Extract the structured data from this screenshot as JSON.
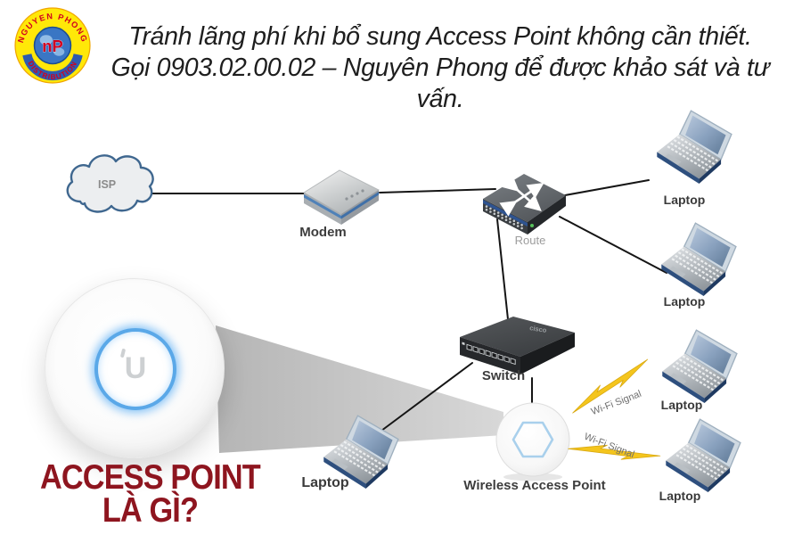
{
  "logo": {
    "arc_top": "NGUYEN PHONG",
    "arc_bottom": "DISTRIBUTION",
    "monogram": "nP"
  },
  "heading": {
    "line1": "Tránh lãng phí khi bổ sung Access Point không cần thiết.",
    "line2": "Gọi 0903.02.00.02 – Nguyên Phong để được khảo sát và tư vấn."
  },
  "diagram": {
    "isp_label": "ISP",
    "modem_label": "Modem",
    "router_label": "Route",
    "switch_label": "Switch",
    "wap_label": "Wireless Access Point",
    "laptop_label": "Laptop",
    "wifi_signal_label": "Wi-Fi Signal"
  },
  "callout": {
    "title_line1": "ACCESS POINT",
    "title_line2": "LÀ GÌ?",
    "device_monogram": "U"
  },
  "colors": {
    "heading_text": "#1E1E1E",
    "callout_title": "#8E151F",
    "wire": "#151515",
    "beam_gray": "#C6C6C6",
    "bolt_yellow": "#F4C51D",
    "ap_ring_blue": "#5AA8E8",
    "hexagon_blue": "#A9D0EC",
    "logo_yellow": "#FFE808",
    "logo_red": "#D1001F",
    "logo_globe_blue": "#3A76C4"
  }
}
